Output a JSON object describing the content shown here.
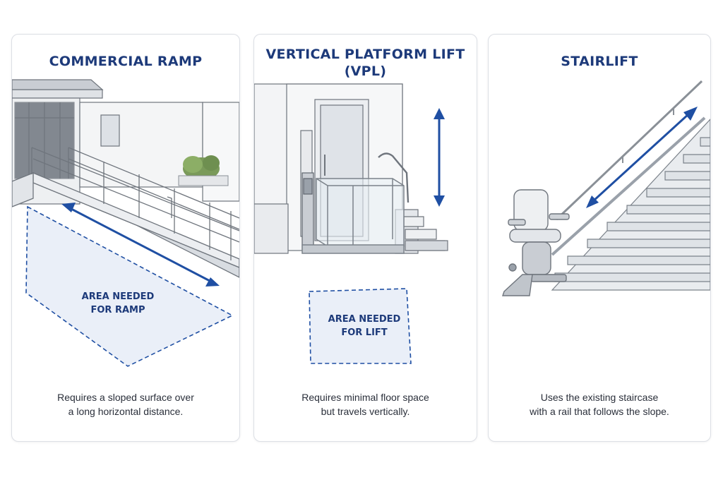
{
  "colors": {
    "accent_navy": "#1d3a7a",
    "arrow_blue": "#1f4fa3",
    "area_fill": "#e6ecf7",
    "line_gray": "#6f757d"
  },
  "ramp": {
    "title": "COMMERCIAL RAMP",
    "area_label_line1": "AREA NEEDED",
    "area_label_line2": "FOR RAMP",
    "desc_line1": "Requires a sloped surface over",
    "desc_line2": "a long horizontal distance."
  },
  "vpl": {
    "title_line1": "VERTICAL PLATFORM LIFT",
    "title_line2": "(VPL)",
    "area_label_line1": "AREA NEEDED",
    "area_label_line2": "FOR LIFT",
    "desc_line1": "Requires minimal floor space",
    "desc_line2": "but travels vertically."
  },
  "stair": {
    "title": "STAIRLIFT",
    "desc_line1": "Uses the existing staircase",
    "desc_line2": "with a rail that follows the slope."
  }
}
